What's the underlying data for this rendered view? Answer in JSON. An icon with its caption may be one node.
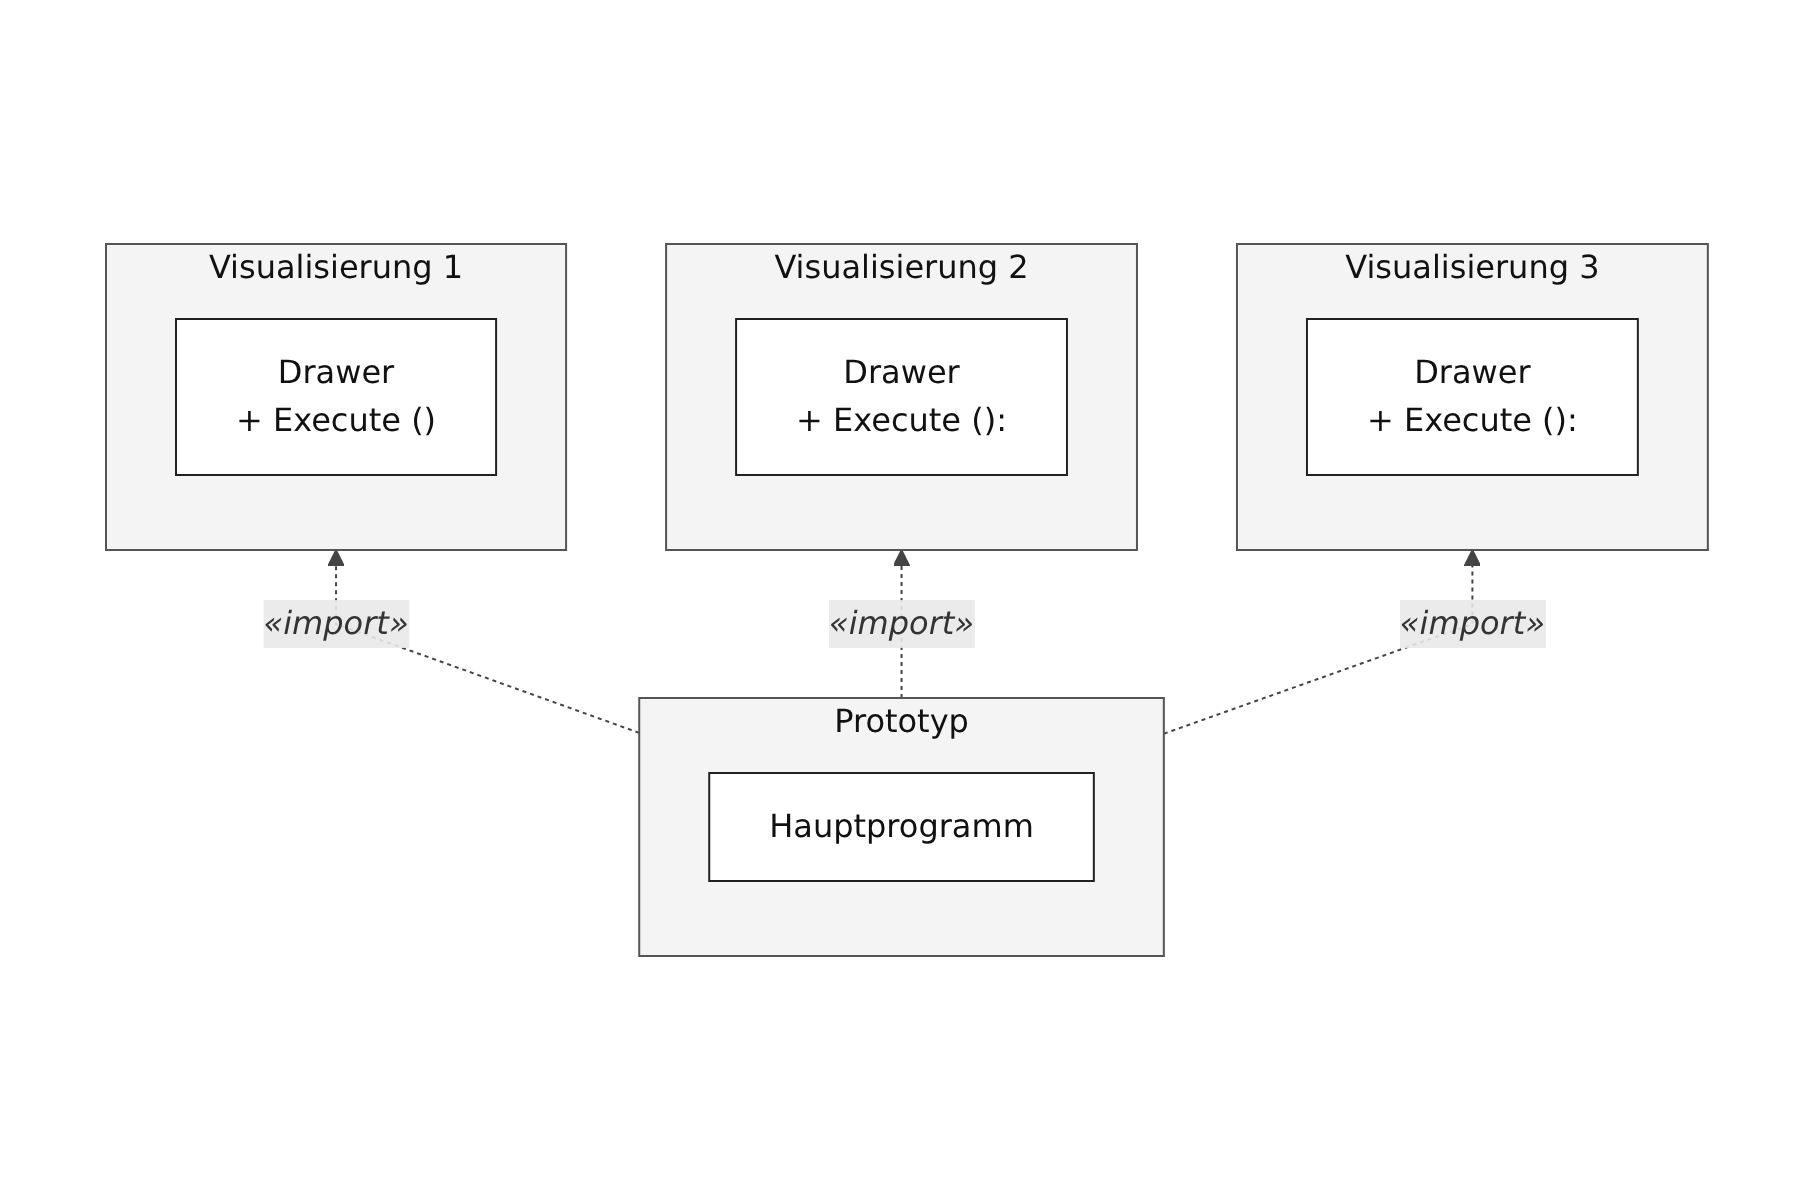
{
  "diagram": {
    "nodes": [
      {
        "text": [
          "Visualisierung 1"
        ]
      },
      {
        "text": [
          "Drawer",
          "+ Execute ()"
        ],
        "in": 0
      },
      {
        "text": [
          "Visualisierung 2"
        ]
      },
      {
        "text": [
          "Drawer",
          "+ Execute ():"
        ],
        "in": 2
      },
      {
        "text": [
          "Visualisierung 3"
        ]
      },
      {
        "text": [
          "Drawer",
          "+ Execute ():"
        ],
        "in": 4
      },
      {
        "text": [
          "Prototyp"
        ]
      },
      {
        "text": [
          "Hauptprogramm"
        ],
        "in": 6
      }
    ],
    "edges": [
      {
        "from": 6,
        "to": 0,
        "arrow": "to",
        "style": "dashed",
        "label": "«import»"
      },
      {
        "from": 6,
        "to": 2,
        "arrow": "to",
        "style": "dashed",
        "label": "«import»"
      },
      {
        "from": 6,
        "to": 4,
        "arrow": "to",
        "style": "dashed",
        "label": "«import»"
      }
    ]
  }
}
